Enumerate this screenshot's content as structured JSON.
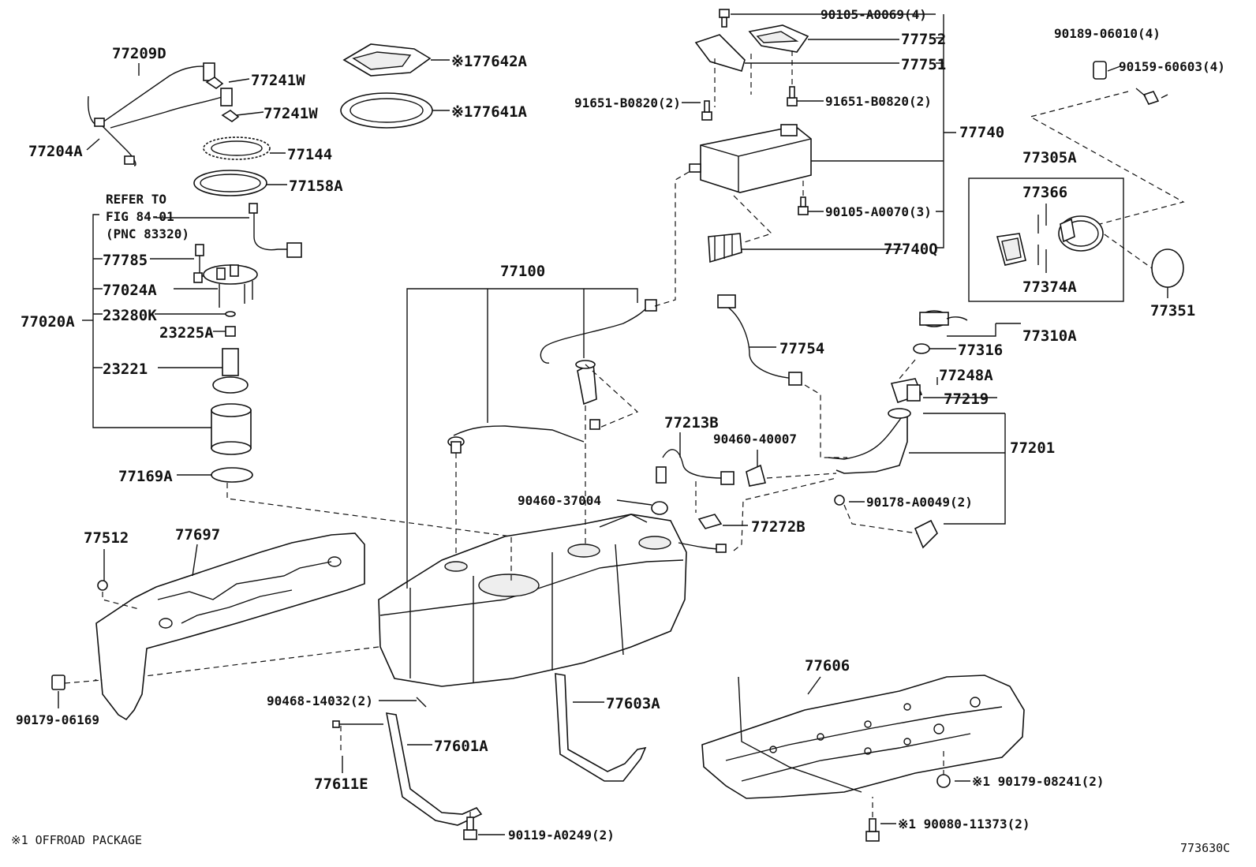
{
  "labels": {
    "p77209D": "77209D",
    "p77241W_a": "77241W",
    "p77241W_b": "77241W",
    "p77204A": "77204A",
    "p77642A": "※177642A",
    "p77641A": "※177641A",
    "p77144": "77144",
    "p77158A": "77158A",
    "refer1": "REFER TO",
    "refer2": "FIG 84-01",
    "refer3": "(PNC 83320)",
    "p77785": "77785",
    "p77024A": "77024A",
    "p23280K": "23280K",
    "p77020A": "77020A",
    "p23225A": "23225A",
    "p23221": "23221",
    "p77169A": "77169A",
    "p90105_A0069": "90105-A0069(4)",
    "p77752": "77752",
    "p77751": "77751",
    "p91651_a": "91651-B0820(2)",
    "p91651_b": "91651-B0820(2)",
    "p77740": "77740",
    "p90105_A0070": "90105-A0070(3)",
    "p77740Q": "77740Q",
    "p90189": "90189-06010(4)",
    "p90159": "90159-60603(4)",
    "p77305A": "77305A",
    "p77366": "77366",
    "p77374A": "77374A",
    "p77351": "77351",
    "p77100": "77100",
    "p77754": "77754",
    "p77316": "77316",
    "p77310A": "77310A",
    "p77248A": "77248A",
    "p77219": "77219",
    "p77213B": "77213B",
    "p90460_40007": "90460-40007",
    "p77201": "77201",
    "p90460_37004": "90460-37004",
    "p90178": "90178-A0049(2)",
    "p77272B": "77272B",
    "p77512": "77512",
    "p77697": "77697",
    "p90179_06169": "90179-06169",
    "p90468": "90468-14032(2)",
    "p77603A": "77603A",
    "p77606": "77606",
    "p77601A": "77601A",
    "p77611E": "77611E",
    "p90179_08241": "※1 90179-08241(2)",
    "p90080": "※1 90080-11373(2)",
    "p90119": "90119-A0249(2)",
    "footnote": "※1 OFFROAD PACKAGE",
    "figure_code": "773630C"
  }
}
